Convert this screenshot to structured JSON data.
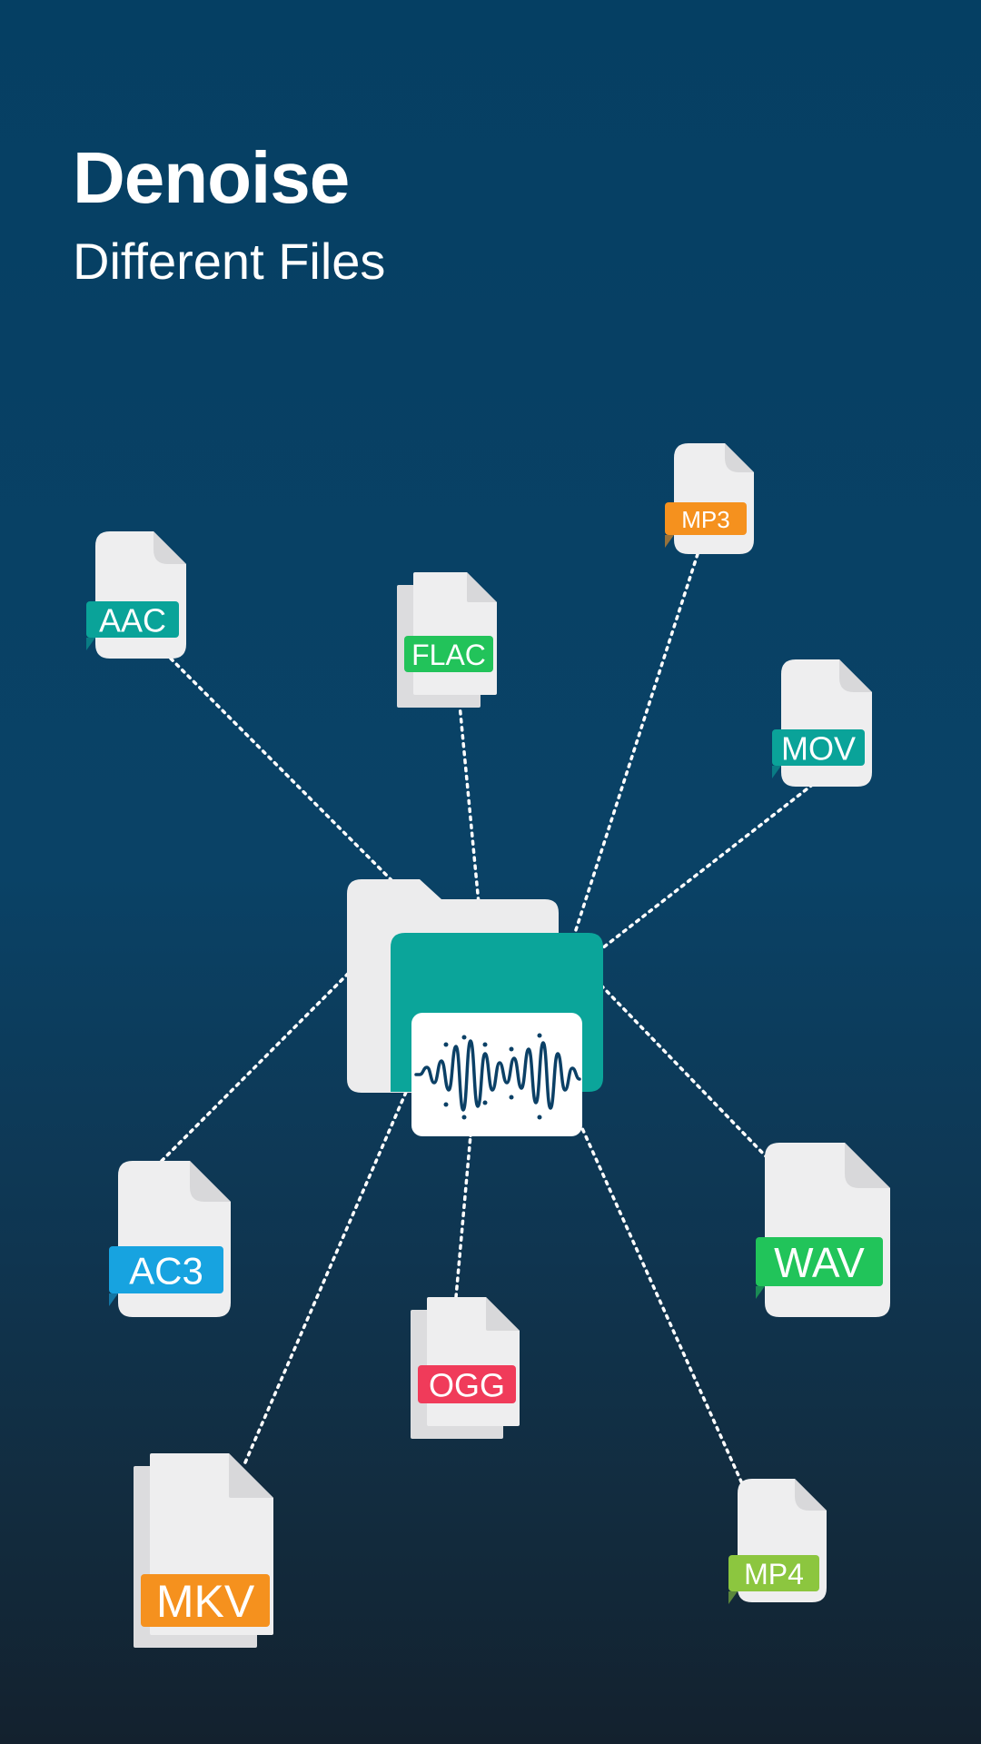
{
  "header": {
    "title": "Denoise",
    "subtitle": "Different Files"
  },
  "center": {
    "icon": "folder-icon",
    "waveform_icon": "audio-waveform-icon",
    "folder_color": "#0ba59a"
  },
  "files": [
    {
      "id": "aac",
      "label": "AAC",
      "color": "#0aa399"
    },
    {
      "id": "flac",
      "label": "FLAC",
      "color": "#22c35a"
    },
    {
      "id": "mp3",
      "label": "MP3",
      "color": "#f5911e"
    },
    {
      "id": "mov",
      "label": "MOV",
      "color": "#0aa399"
    },
    {
      "id": "ac3",
      "label": "AC3",
      "color": "#17a3e0"
    },
    {
      "id": "wav",
      "label": "WAV",
      "color": "#21c45a"
    },
    {
      "id": "ogg",
      "label": "OGG",
      "color": "#f03b5a"
    },
    {
      "id": "mkv",
      "label": "MKV",
      "color": "#f5911e"
    },
    {
      "id": "mp4",
      "label": "MP4",
      "color": "#8cc63f"
    }
  ]
}
